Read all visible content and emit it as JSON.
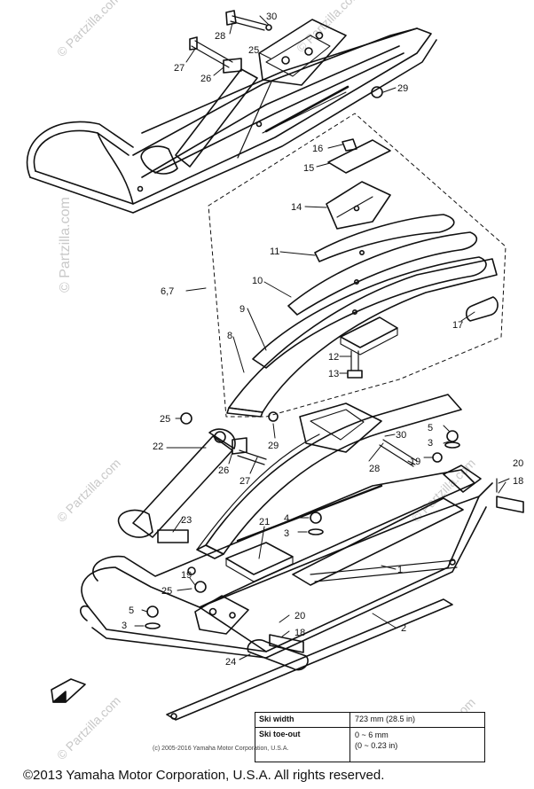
{
  "watermarks": {
    "site_vertical": "© Partzilla.com",
    "site_small": "© Partzilla.com"
  },
  "callouts": [
    "30",
    "28",
    "25",
    "27",
    "26",
    "29",
    "16",
    "15",
    "14",
    "11",
    "10",
    "9",
    "8",
    "6,7",
    "17",
    "12",
    "13",
    "25",
    "22",
    "29",
    "26",
    "27",
    "30",
    "3",
    "5",
    "19",
    "28",
    "20",
    "18",
    "21",
    "4",
    "3",
    "23",
    "1",
    "19",
    "25",
    "5",
    "3",
    "20",
    "18",
    "2",
    "24"
  ],
  "spec_table": {
    "row1_label": "Ski width",
    "row1_value": "723 mm (28.5 in)",
    "row2_label": "Ski toe-out",
    "row2_value_line1": "0 ~ 6 mm",
    "row2_value_line2": "(0 ~ 0.23 in)"
  },
  "small_copyright": "(c) 2005-2016 Yamaha Motor Corporation, U.S.A.",
  "copyright": "©2013 Yamaha Motor Corporation, U.S.A. All rights reserved.",
  "colors": {
    "line": "#111111",
    "watermark": "#c8c8c8",
    "background": "#ffffff"
  }
}
